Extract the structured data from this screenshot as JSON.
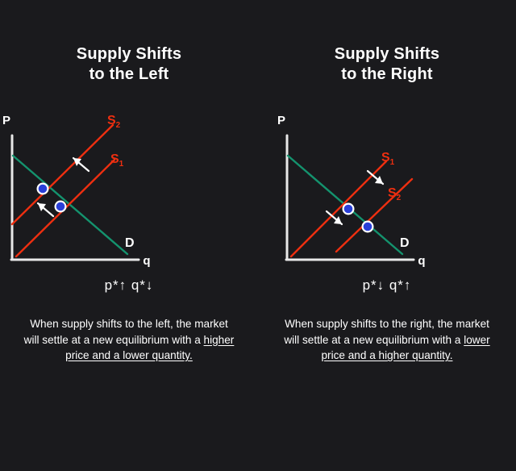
{
  "background_color": "#1a1a1d",
  "colors": {
    "supply": "#ee2f10",
    "demand": "#14936e",
    "axis": "#e8e8e8",
    "equilibrium_fill": "#2a3fd8",
    "equilibrium_ring": "#ffffff",
    "text": "#ffffff",
    "arrow": "#ffffff"
  },
  "panels": [
    {
      "id": "left",
      "title_line1": "Supply Shifts",
      "title_line2": "to the Left",
      "axis_y_label": "P",
      "axis_x_label": "q",
      "demand_label": "D",
      "supply_labels": {
        "original": "S",
        "original_sub": "1",
        "shifted": "S",
        "shifted_sub": "2"
      },
      "summary": "p*↑ q*↓",
      "caption_plain_1": "When supply shifts to the left, the market will settle at a new equilibrium with a ",
      "caption_underlined": "higher price and a lower quantity.",
      "caption_full": "When supply shifts to the left, the market will settle at a new equilibrium with a higher price and a lower quantity."
    },
    {
      "id": "right",
      "title_line1": "Supply Shifts",
      "title_line2": "to the Right",
      "axis_y_label": "P",
      "axis_x_label": "q",
      "demand_label": "D",
      "supply_labels": {
        "original": "S",
        "original_sub": "1",
        "shifted": "S",
        "shifted_sub": "2"
      },
      "summary": "p*↓ q*↑",
      "caption_plain_1": "When supply shifts to the right,  the market will settle at a new equilibrium with a ",
      "caption_underlined": "lower price and a higher quantity.",
      "caption_full": "When supply shifts to the right,  the market will settle at a new equilibrium with a lower price and a higher quantity."
    }
  ],
  "chart_data": [
    {
      "type": "line",
      "title": "Supply Shifts to the Left",
      "xlabel": "q",
      "ylabel": "P",
      "xlim": [
        0,
        100
      ],
      "ylim": [
        0,
        100
      ],
      "grid": false,
      "legend": "inline-curve-labels",
      "series": [
        {
          "name": "D",
          "role": "demand",
          "color": "#14936e",
          "points": [
            [
              0,
              84
            ],
            [
              100,
              3
            ]
          ]
        },
        {
          "name": "S1",
          "role": "supply-original",
          "color": "#ee2f10",
          "points": [
            [
              4,
              0
            ],
            [
              86,
              76
            ]
          ]
        },
        {
          "name": "S2",
          "role": "supply-shifted",
          "color": "#ee2f10",
          "points": [
            [
              0,
              28
            ],
            [
              78,
              100
            ]
          ]
        }
      ],
      "equilibria": [
        {
          "name": "new-equilibrium",
          "x": 34,
          "y": 58,
          "color": "#2a3fd8"
        },
        {
          "name": "original-equilibrium",
          "x": 49,
          "y": 43,
          "color": "#2a3fd8"
        }
      ],
      "annotations": [
        {
          "name": "shift-arrow-upper",
          "type": "arrow",
          "direction": "up-left",
          "from": [
            62,
            57
          ],
          "to": [
            52,
            67
          ]
        },
        {
          "name": "shift-arrow-lower",
          "type": "arrow",
          "direction": "up-left",
          "from": [
            38,
            28
          ],
          "to": [
            28,
            38
          ]
        }
      ],
      "summary_label": "p*↑ q*↓"
    },
    {
      "type": "line",
      "title": "Supply Shifts to the Right",
      "xlabel": "q",
      "ylabel": "P",
      "xlim": [
        0,
        100
      ],
      "ylim": [
        0,
        100
      ],
      "grid": false,
      "legend": "inline-curve-labels",
      "series": [
        {
          "name": "D",
          "role": "demand",
          "color": "#14936e",
          "points": [
            [
              0,
              84
            ],
            [
              100,
              3
            ]
          ]
        },
        {
          "name": "S1",
          "role": "supply-original",
          "color": "#ee2f10",
          "points": [
            [
              4,
              0
            ],
            [
              82,
              76
            ]
          ]
        },
        {
          "name": "S2",
          "role": "supply-shifted",
          "color": "#ee2f10",
          "points": [
            [
              38,
              4
            ],
            [
              100,
              62
            ]
          ]
        }
      ],
      "equilibria": [
        {
          "name": "original-equilibrium",
          "x": 48,
          "y": 42,
          "color": "#2a3fd8"
        },
        {
          "name": "new-equilibrium",
          "x": 64,
          "y": 27,
          "color": "#2a3fd8"
        }
      ],
      "annotations": [
        {
          "name": "shift-arrow-upper",
          "type": "arrow",
          "direction": "down-right",
          "from": [
            68,
            58
          ],
          "to": [
            78,
            48
          ]
        },
        {
          "name": "shift-arrow-lower",
          "type": "arrow",
          "direction": "down-right",
          "from": [
            36,
            30
          ],
          "to": [
            46,
            20
          ]
        }
      ],
      "summary_label": "p*↓ q*↑"
    }
  ]
}
